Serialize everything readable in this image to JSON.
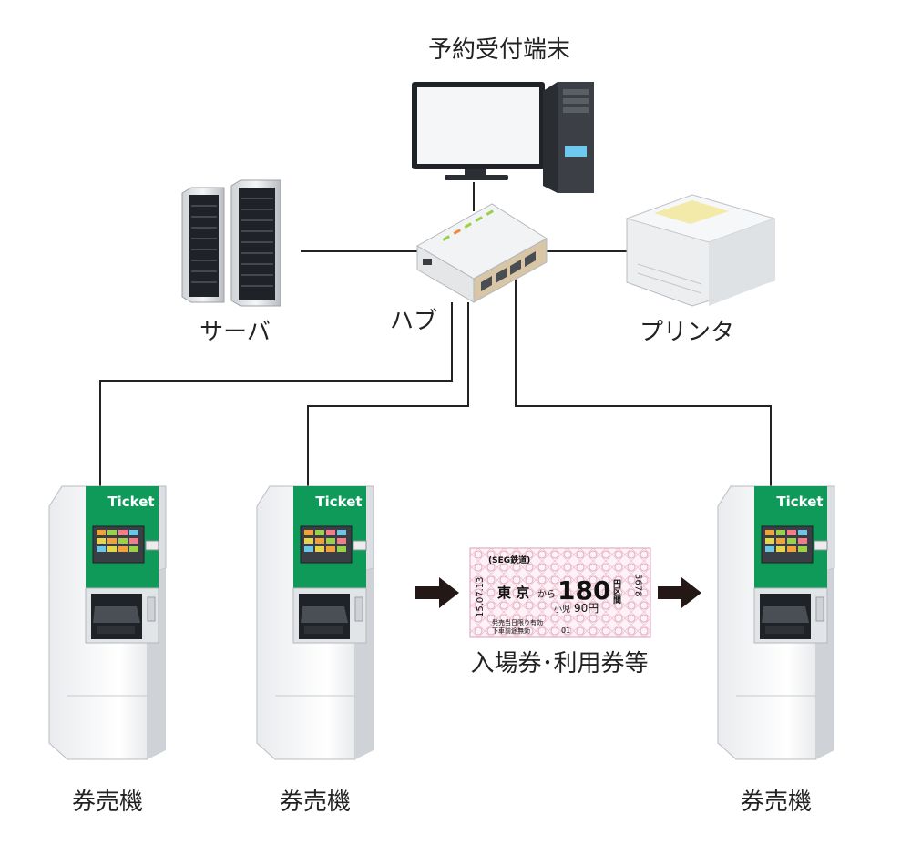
{
  "labels": {
    "terminal": "予約受付端末",
    "server": "サーバ",
    "hub": "ハブ",
    "printer": "プリンタ",
    "ticket_types": "入場券･利用券等"
  },
  "machines": [
    {
      "label": "券売機",
      "header": "Ticket"
    },
    {
      "label": "券売機",
      "header": "Ticket"
    },
    {
      "label": "券売機",
      "header": "Ticket"
    }
  ],
  "ticket": {
    "railway": "(SEG鉄道)",
    "date": "15.07.13",
    "from": "東 京",
    "kara": "から",
    "fare": "180",
    "unit": "円区間",
    "child": "小児",
    "child_fare": "90円",
    "serial": "5678",
    "note1": "発売当日限り有効",
    "note2": "下車前途無効",
    "number": "01"
  },
  "colors": {
    "machine_green": "#0f9a5a",
    "line": "#222222",
    "arrow": "#231815"
  }
}
